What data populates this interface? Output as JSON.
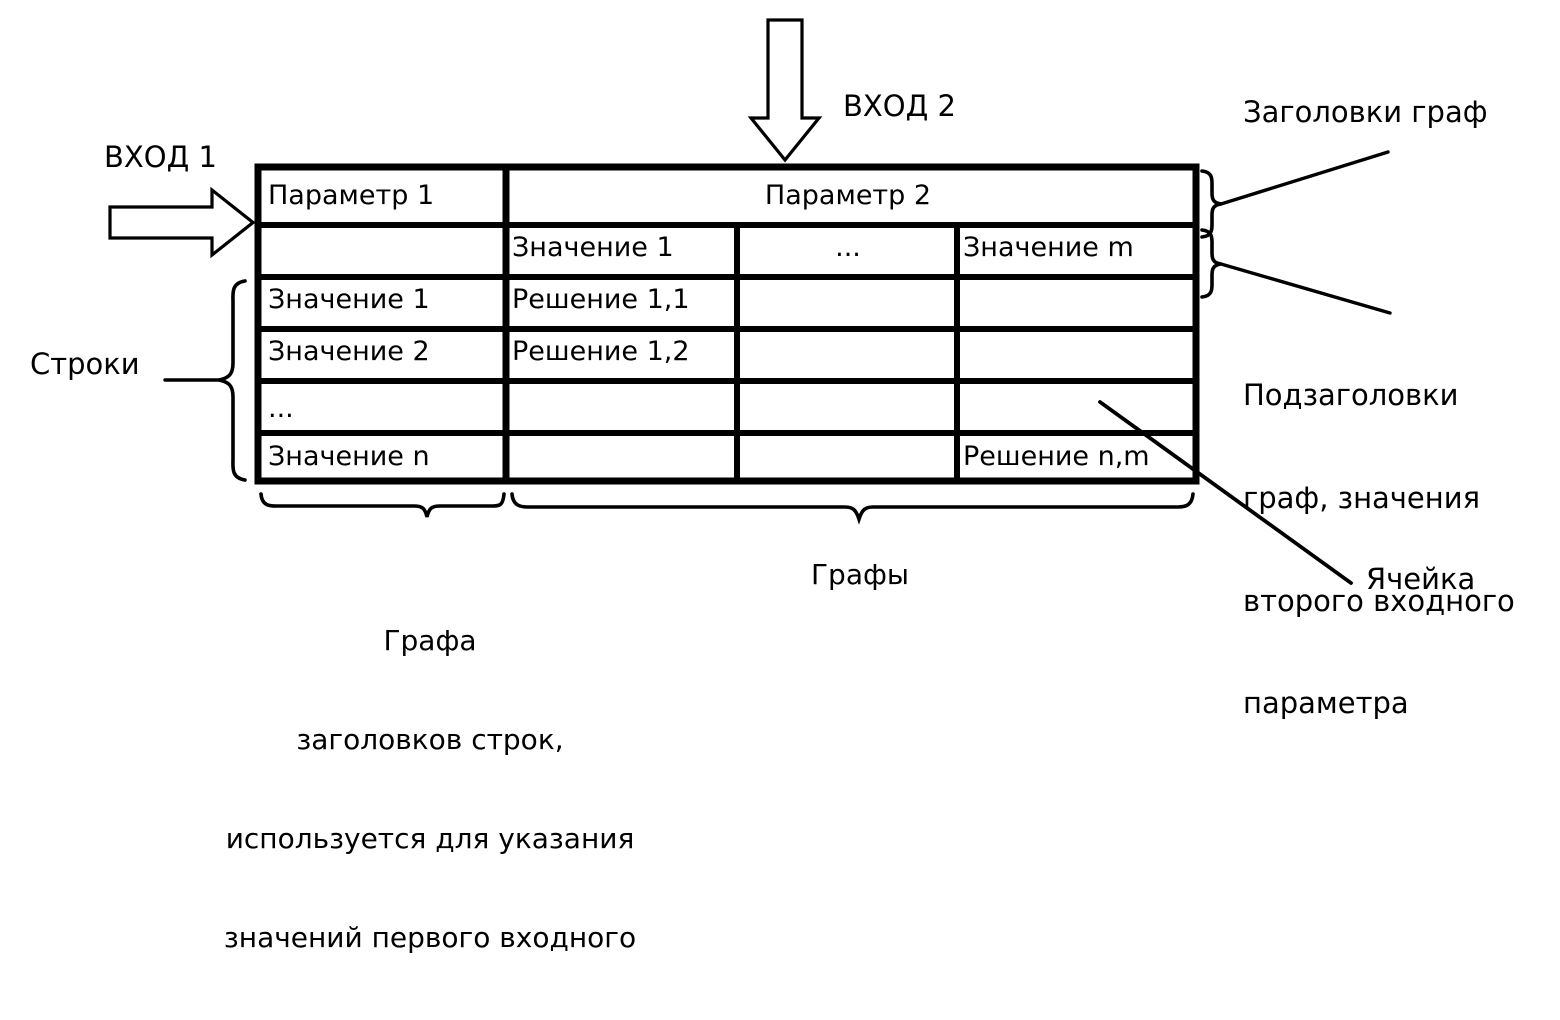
{
  "diagram": {
    "title_inputs": {
      "input1": "ВХОД 1",
      "input2": "ВХОД 2"
    },
    "annotations": {
      "rows_label": "Строки",
      "column_headers": "Заголовки граф",
      "column_subheaders_l1": "Подзаголовки",
      "column_subheaders_l2": "граф, значения",
      "column_subheaders_l3": "второго входного",
      "column_subheaders_l4": "параметра",
      "cell_label": "Ячейка",
      "first_column_l1": "Графа",
      "first_column_l2": "заголовков строк,",
      "first_column_l3": "используется для указания",
      "first_column_l4": "значений первого входного",
      "columns_label": "Графы"
    },
    "table": {
      "header_param1": "Параметр 1",
      "header_param2": "Параметр 2",
      "subheaders": [
        "Значение  1",
        "...",
        "Значение  m"
      ],
      "rows": [
        {
          "header": "Значение 1",
          "cells": [
            "Решение 1,1",
            "",
            ""
          ]
        },
        {
          "header": "Значение 2",
          "cells": [
            "Решение 1,2",
            "",
            ""
          ]
        },
        {
          "header": "...",
          "cells": [
            "",
            "",
            ""
          ]
        },
        {
          "header": "Значение n",
          "cells": [
            "",
            "",
            "Решение n,m"
          ]
        }
      ]
    },
    "colors": {
      "line": "#000000",
      "background": "#ffffff",
      "text": "#000000"
    }
  }
}
